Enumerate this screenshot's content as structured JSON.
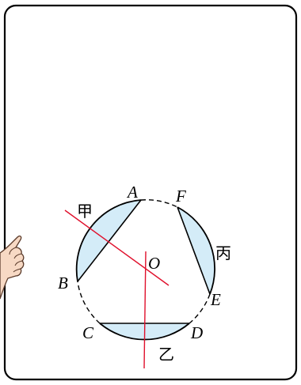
{
  "points": {
    "A": "A",
    "B": "B",
    "C": "C",
    "D": "D",
    "E": "E",
    "F": "F",
    "O": "O"
  },
  "regions": {
    "jia": "甲",
    "yi": "乙",
    "bing": "丙"
  },
  "colors": {
    "border": "#000000",
    "segment_fill": "#d4ecf8",
    "circle_stroke": "#000000",
    "perpendicular_line": "#e0102c",
    "hand_fill": "#f7d9c4",
    "hand_stroke": "#5a3a2a"
  },
  "icons": {
    "pointer": "pointing-hand-icon"
  }
}
